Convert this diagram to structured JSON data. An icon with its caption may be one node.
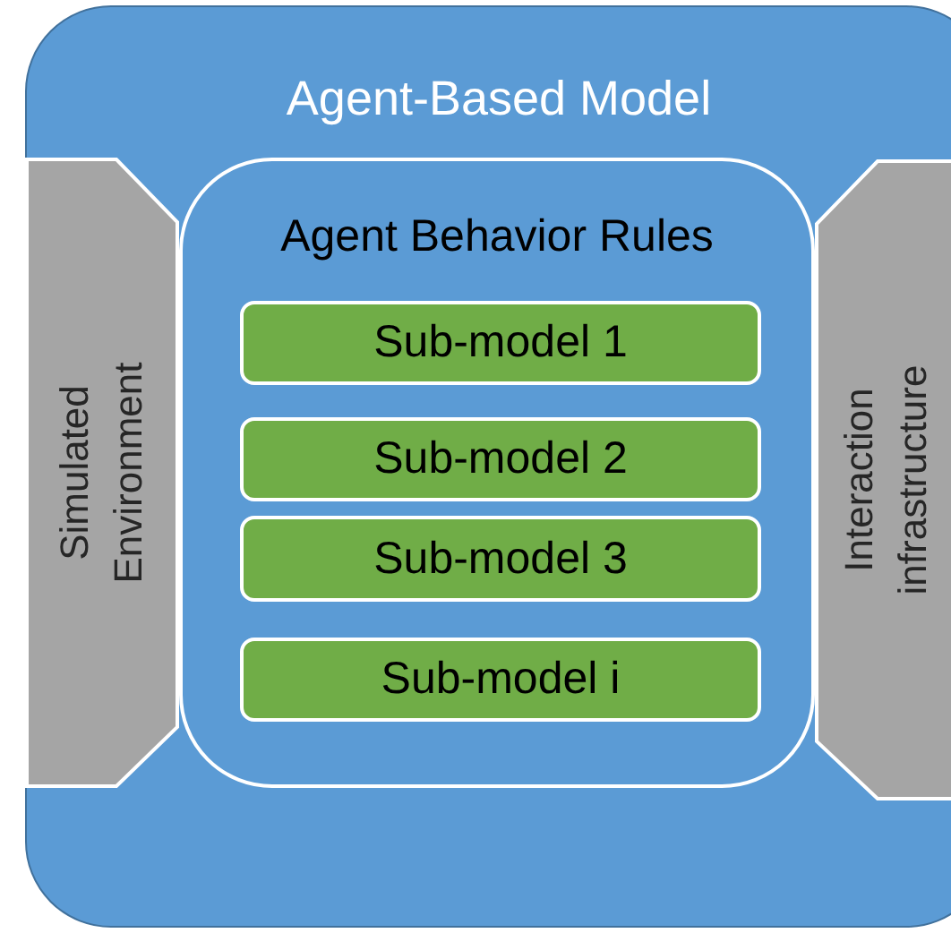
{
  "diagram": {
    "nodes": [
      {
        "text": [
          "Agent-Based Model"
        ]
      },
      {
        "text": [
          "Agent Behavior Rules"
        ],
        "in": 0
      },
      {
        "text": [
          "Sub-model 1"
        ],
        "in": 1
      },
      {
        "text": [
          "Sub-model 2"
        ],
        "in": 1
      },
      {
        "text": [
          "Sub-model 3"
        ],
        "in": 1
      },
      {
        "text": [
          "Sub-model i"
        ],
        "in": 1
      },
      {
        "text": [
          "Simulated Environment"
        ],
        "in": 0
      },
      {
        "text": [
          "Interaction infrastructure"
        ],
        "in": 0
      }
    ]
  }
}
